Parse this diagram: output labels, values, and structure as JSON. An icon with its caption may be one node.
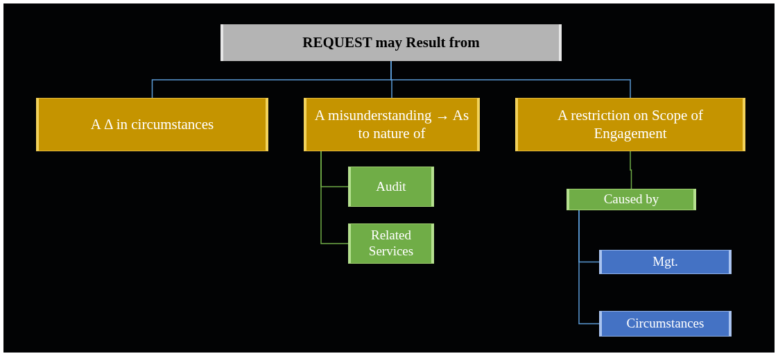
{
  "diagram": {
    "nodes": [
      {
        "text": [
          "REQUEST may Result from"
        ]
      },
      {
        "text": [
          "A Δ in circumstances"
        ]
      },
      {
        "text": [
          "A misunderstanding → As to nature of"
        ]
      },
      {
        "text": [
          "A restriction on Scope of Engagement"
        ]
      },
      {
        "text": [
          "Audit"
        ]
      },
      {
        "text": [
          "Related Services"
        ]
      },
      {
        "text": [
          "Caused by"
        ]
      },
      {
        "text": [
          "Mgt."
        ]
      },
      {
        "text": [
          "Circumstances"
        ]
      }
    ],
    "edges": [
      {
        "from": 0,
        "to": 1,
        "arrow": "none"
      },
      {
        "from": 0,
        "to": 2,
        "arrow": "none"
      },
      {
        "from": 0,
        "to": 3,
        "arrow": "none"
      },
      {
        "from": 2,
        "to": 4,
        "arrow": "none",
        "color": "#70ad47"
      },
      {
        "from": 2,
        "to": 5,
        "arrow": "none",
        "color": "#70ad47"
      },
      {
        "from": 3,
        "to": 6,
        "arrow": "none",
        "color": "#70ad47"
      },
      {
        "from": 6,
        "to": 7,
        "arrow": "none"
      },
      {
        "from": 6,
        "to": 8,
        "arrow": "none"
      }
    ]
  }
}
